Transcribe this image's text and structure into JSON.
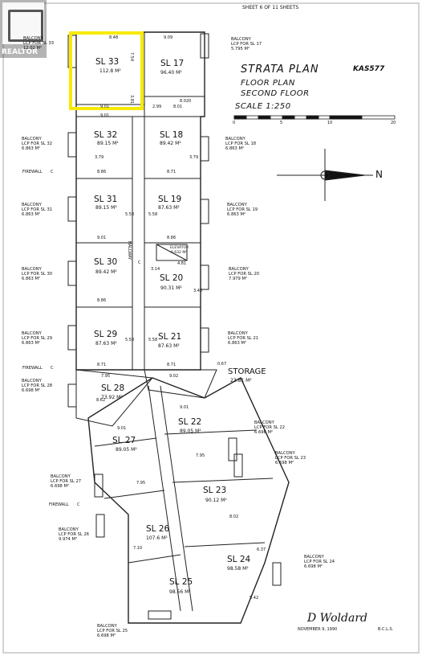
{
  "header": {
    "sheet": "SHEET 6 OF 11 SHEETS"
  },
  "title": {
    "line1": "STRATA PLAN",
    "logo": "KAS577",
    "line2": "FLOOR PLAN",
    "line3": "SECOND FLOOR",
    "scale": "SCALE 1:250"
  },
  "scale_bar": {
    "ticks": [
      "0",
      "5",
      "10",
      "20"
    ]
  },
  "north_label": "N",
  "watermark": {
    "text": "REALTOR"
  },
  "units": [
    {
      "id": "33",
      "label": "SL 33",
      "area": "112.8 M²"
    },
    {
      "id": "17",
      "label": "SL 17",
      "area": "96.40 M²"
    },
    {
      "id": "32",
      "label": "SL 32",
      "area": "89.15 M²"
    },
    {
      "id": "18",
      "label": "SL 18",
      "area": "89.42 M²"
    },
    {
      "id": "31",
      "label": "SL 31",
      "area": "89.15 M²"
    },
    {
      "id": "19",
      "label": "SL 19",
      "area": "87.63 M²"
    },
    {
      "id": "30",
      "label": "SL 30",
      "area": "89.42 M²"
    },
    {
      "id": "20",
      "label": "SL 20",
      "area": "90.31 M²"
    },
    {
      "id": "29",
      "label": "SL 29",
      "area": "87.63 M²"
    },
    {
      "id": "21",
      "label": "SL 21",
      "area": "87.63 M²"
    },
    {
      "id": "28",
      "label": "SL 28",
      "area": "73.92 M²"
    },
    {
      "id": "22",
      "label": "SL 22",
      "area": "89.05 M²"
    },
    {
      "id": "27",
      "label": "SL 27",
      "area": "89.05 M²"
    },
    {
      "id": "23",
      "label": "SL 23",
      "area": "90.12 M²"
    },
    {
      "id": "26",
      "label": "SL 26",
      "area": "107.6 M²"
    },
    {
      "id": "24",
      "label": "SL 24",
      "area": "98.58 M²"
    },
    {
      "id": "25",
      "label": "SL 25",
      "area": "98.56 M²"
    }
  ],
  "balconies": [
    {
      "id": "33",
      "text": "BALCONY\nLCP FOR SL 33\n12.02 M²"
    },
    {
      "id": "17",
      "text": "BALCONY\nLCP FOR SL 17\n5.795 M²"
    },
    {
      "id": "32",
      "text": "BALCONY\nLCP FOR SL 32\n6.863 M²"
    },
    {
      "id": "18",
      "text": "BALCONY\nLCP FOR SL 18\n6.863 M²"
    },
    {
      "id": "31",
      "text": "BALCONY\nLCP FOR SL 31\n6.863 M²"
    },
    {
      "id": "19",
      "text": "BALCONY\nLCP FOR SL 19\n6.863 M²"
    },
    {
      "id": "30",
      "text": "BALCONY\nLCP FOR SL 30\n6.863 M²"
    },
    {
      "id": "20",
      "text": "BALCONY\nLCP FOR SL 20\n7.979 M²"
    },
    {
      "id": "29",
      "text": "BALCONY\nLCP FOR SL 29\n6.863 M²"
    },
    {
      "id": "21",
      "text": "BALCONY\nLCP FOR SL 21\n6.863 M²"
    },
    {
      "id": "28",
      "text": "BALCONY\nLCP FOR SL 28\n6.698 M²"
    },
    {
      "id": "22",
      "text": "BALCONY\nLCP FOR SL 22\n6.698 M²"
    },
    {
      "id": "23",
      "text": "BALCONY\nLCP FOR SL 23\n6.698 M²"
    },
    {
      "id": "27",
      "text": "BALCONY\nLCP FOR SL 27\n6.698 M²"
    },
    {
      "id": "26",
      "text": "BALCONY\nLCP FOR SL 26\n9.974 M²"
    },
    {
      "id": "24",
      "text": "BALCONY\nLCP FOR SL 24\n6.698 M²"
    },
    {
      "id": "25",
      "text": "BALCONY\nLCP FOR SL 25\n6.698 M²"
    }
  ],
  "labels": {
    "firewall": "FIREWALL",
    "firewall_c": "C",
    "hallway": "HALLWAY",
    "hallway_c": "C",
    "elevator": "ELEVATOR",
    "elevator_area": "6.632 M²",
    "storage": "STORAGE",
    "storage_area": "23.81 M²",
    "storage_dim": "0.67"
  },
  "dims": {
    "d33_top": "8.48",
    "d33_bot": "9.01",
    "d33_bot2": "9.01",
    "d33_side": "7.54",
    "d33_r": "3.81",
    "d17_top": "9.09",
    "d17_a": "8.020",
    "d17_b": "2.99",
    "d17_c": "8.01",
    "d32_a": "8.86",
    "d32_b": "3.79",
    "d18_a": "8.71",
    "d18_b": "3.79",
    "d31_a": "9.01",
    "d31_b": "5.58",
    "d19_a": "8.86",
    "d19_b": "5.58",
    "d30_a": "8.86",
    "d30_b": "3.14",
    "d20_a": "4.81",
    "d20_b": "3.40",
    "d29_a": "8.71",
    "d29_b": "5.58",
    "d21_a": "8.71",
    "d21_b": "5.58",
    "d28_a": "7.95",
    "d28_b": "9.02",
    "d28_c": "8.62",
    "d22_a": "9.01",
    "d22_b": "7.95",
    "d27_a": "9.01",
    "d27_b": "7.95",
    "d23_a": "8.02",
    "d26_a": "7.10",
    "d24_a": "6.37",
    "d25_a": "5.42"
  },
  "signature": {
    "text": "D Woldard",
    "date": "NOVEMBER 9, 1990",
    "cert": "B.C.L.S."
  }
}
